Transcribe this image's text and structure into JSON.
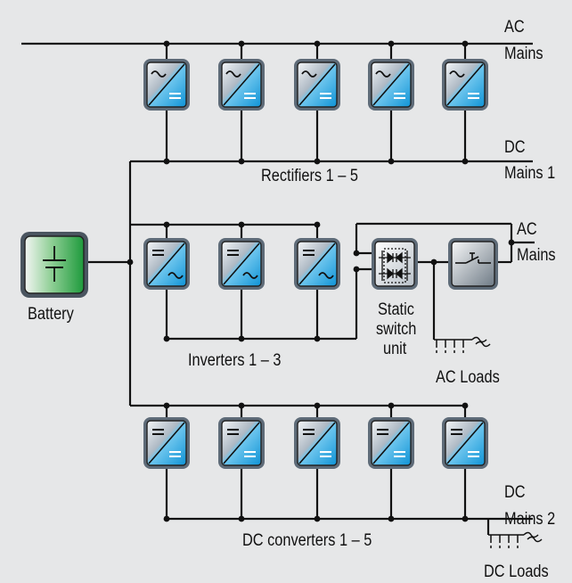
{
  "labels": {
    "ac_mains_top_1": "AC",
    "ac_mains_top_2": "Mains",
    "dc_mains1_1": "DC",
    "dc_mains1_2": "Mains 1",
    "rectifiers": "Rectifiers 1 – 5",
    "battery": "Battery",
    "ac_mains_mid_1": "AC",
    "ac_mains_mid_2": "Mains",
    "static_1": "Static",
    "static_2": "switch",
    "static_3": "unit",
    "inverters": "Inverters 1 – 3",
    "ac_loads": "AC Loads",
    "dc_mains2_1": "DC",
    "dc_mains2_2": "Mains 2",
    "dc_converters": "DC converters 1 – 5",
    "dc_loads": "DC Loads"
  },
  "colors": {
    "background": "#e6e7e8",
    "line": "#111111",
    "module_blue": "#1fa3de",
    "battery_green": "#2ea64a",
    "bypass_grey": "#7d8894"
  },
  "icons": {
    "rectifier": "ac-to-dc-module-icon",
    "inverter": "dc-to-ac-module-icon",
    "dc_converter": "dc-to-dc-module-icon",
    "battery": "battery-icon",
    "static_switch": "thyristor-switch-icon",
    "bypass_switch": "manual-bypass-switch-icon",
    "load": "load-symbol-icon"
  }
}
